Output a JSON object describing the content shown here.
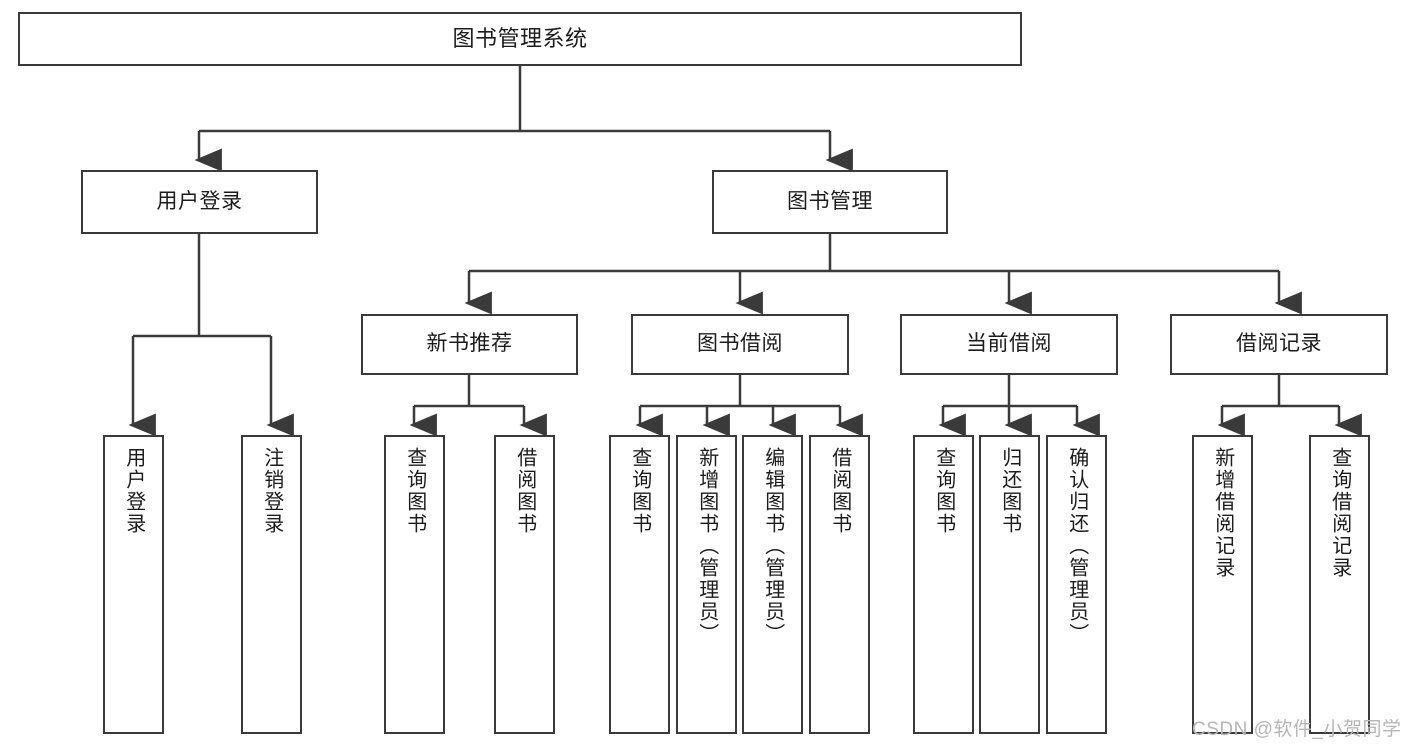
{
  "diagram": {
    "title": "图书管理系统",
    "watermark": "CSDN @软件_小贺同学",
    "colors": {
      "stroke": "#3a3a3a",
      "fill": "#ffffff",
      "text": "#1c1c1c",
      "watermark": "#b6b6b6"
    },
    "nodes": {
      "root": {
        "label": "图书管理系统"
      },
      "level2": [
        {
          "label": "用户登录"
        },
        {
          "label": "图书管理"
        }
      ],
      "level3": [
        {
          "label": "新书推荐"
        },
        {
          "label": "图书借阅"
        },
        {
          "label": "当前借阅"
        },
        {
          "label": "借阅记录"
        }
      ],
      "leaves": {
        "user_login": [
          {
            "label": "用户登录"
          },
          {
            "label": "注销登录"
          }
        ],
        "new_book_recommend": [
          {
            "label": "查询图书"
          },
          {
            "label": "借阅图书"
          }
        ],
        "book_borrow": [
          {
            "label": "查询图书"
          },
          {
            "label": "新增图书（管理员）"
          },
          {
            "label": "编辑图书（管理员）"
          },
          {
            "label": "借阅图书"
          }
        ],
        "current_borrow": [
          {
            "label": "查询图书"
          },
          {
            "label": "归还图书"
          },
          {
            "label": "确认归还（管理员）"
          }
        ],
        "borrow_record": [
          {
            "label": "新增借阅记录"
          },
          {
            "label": "查询借阅记录"
          }
        ]
      }
    }
  }
}
